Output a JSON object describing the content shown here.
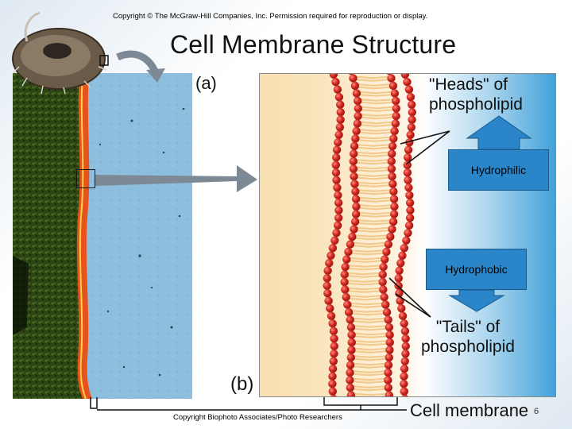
{
  "copyright_top": "Copyright © The McGraw-Hill Companies, Inc. Permission required for reproduction or display.",
  "title": "Cell Membrane Structure",
  "label_a": "(a)",
  "label_b": "(b)",
  "heads_label": [
    "\"Heads\" of",
    "phospholipid"
  ],
  "tails_label": [
    "\"Tails\" of",
    "phospholipid"
  ],
  "hydrophilic": "Hydrophilic",
  "hydrophobic": "Hydrophobic",
  "cell_membrane": "Cell membrane",
  "copyright_bottom": "Copyright Biophoto Associates/Photo Researchers",
  "page_number": "6",
  "colors": {
    "box_fill": "#2a86c9",
    "head_red": "#d42a22",
    "tail_tan": "#f1c98a",
    "extracellular_blue": "#3fa0d8",
    "cytoplasm_cream": "#f7dfb0",
    "photo_cytoplasm": "#2f4a16",
    "photo_membrane": "#e8521c",
    "photo_exterior": "#8fbfde"
  }
}
